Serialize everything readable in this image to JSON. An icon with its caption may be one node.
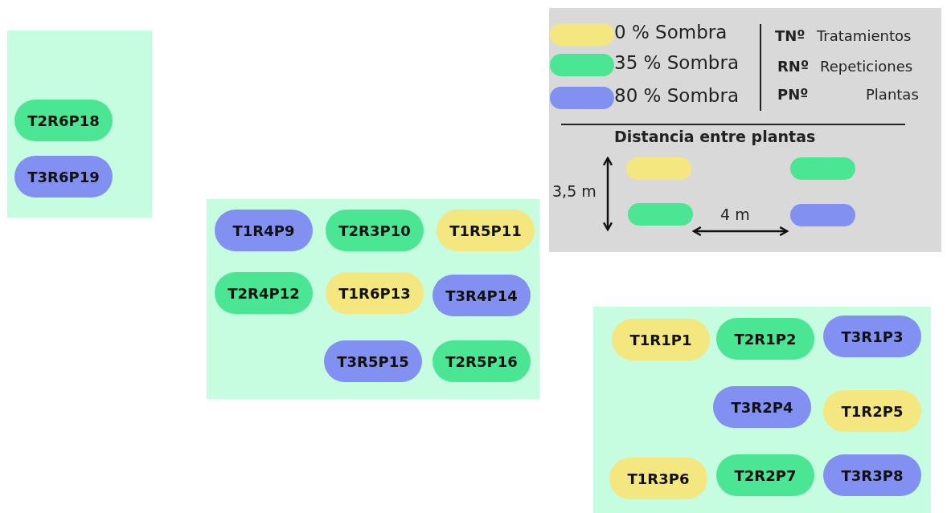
{
  "diagram": {
    "nodes": [
      {
        "text": [],
        "shape": "box"
      },
      {
        "text": [
          "T2R6P18"
        ],
        "in": 0
      },
      {
        "text": [
          "T3R6P19"
        ],
        "in": 0
      },
      {
        "text": [],
        "shape": "box"
      },
      {
        "text": [
          "T1R4P9"
        ],
        "in": 3
      },
      {
        "text": [
          "T2R3P10"
        ],
        "in": 3
      },
      {
        "text": [
          "T1R5P11"
        ],
        "in": 3
      },
      {
        "text": [
          "T2R4P12"
        ],
        "in": 3
      },
      {
        "text": [
          "T1R6P13"
        ],
        "in": 3
      },
      {
        "text": [
          "T3R4P14"
        ],
        "in": 3
      },
      {
        "text": [
          "T3R5P15"
        ],
        "in": 3
      },
      {
        "text": [
          "T2R5P16"
        ],
        "in": 3
      },
      {
        "text": [],
        "shape": "box"
      },
      {
        "text": [
          "T1R1P1"
        ],
        "in": 12
      },
      {
        "text": [
          "T2R1P2"
        ],
        "in": 12
      },
      {
        "text": [
          "T3R1P3"
        ],
        "in": 12
      },
      {
        "text": [
          "T3R2P4"
        ],
        "in": 12
      },
      {
        "text": [
          "T1R2P5"
        ],
        "in": 12
      },
      {
        "text": [
          "T1R3P6"
        ],
        "in": 12
      },
      {
        "text": [
          "T2R2P7"
        ],
        "in": 12
      },
      {
        "text": [
          "T3R3P8"
        ],
        "in": 12
      }
    ],
    "labels": [
      "TNº",
      "Tratamientos",
      "RNº",
      "Repeticiones",
      "PNº",
      "Plantas",
      "Distancia entre plantas",
      "3,5 m",
      "4 m"
    ],
    "legend": [
      {
        "text": "0 % Sombra",
        "color": "#f5e77f"
      },
      {
        "text": "35 % Sombra",
        "color": "#4be694"
      },
      {
        "text": "80 % Sombra",
        "color": "#8290f2"
      }
    ]
  }
}
